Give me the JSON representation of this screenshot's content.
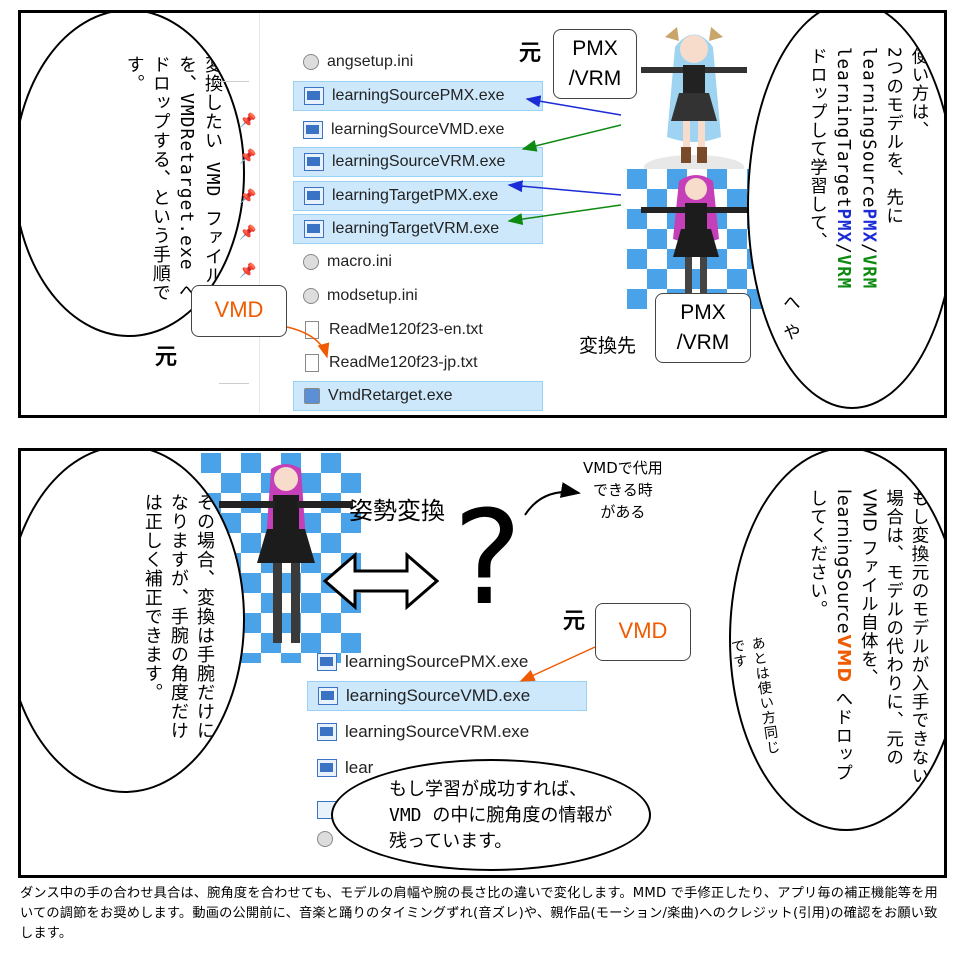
{
  "panel1": {
    "left_bubble": "変換したい VMD ファイルを、VMDRetarget.exe へドロップする、という手順です。",
    "right_bubble": {
      "line1": "使い方は、",
      "line2": "2つのモデルを、先に",
      "line3_a": "learningSource",
      "line3_pmx": "PMX",
      "line3_sep": "/",
      "line3_vrm": "VRM",
      "line4_a": "learningTarget",
      "line4_pmx": "PMX",
      "line4_sep": "/",
      "line4_vrm": "VRM",
      "line5": "へ や",
      "line6": "ドロップして学習して、"
    },
    "files": [
      {
        "name": "angsetup.ini",
        "type": "ini",
        "selected": false
      },
      {
        "name": "learningSourcePMX.exe",
        "type": "exe",
        "selected": true
      },
      {
        "name": "learningSourceVMD.exe",
        "type": "exe",
        "selected": false
      },
      {
        "name": "learningSourceVRM.exe",
        "type": "exe",
        "selected": true
      },
      {
        "name": "learningTargetPMX.exe",
        "type": "exe",
        "selected": true
      },
      {
        "name": "learningTargetVRM.exe",
        "type": "exe",
        "selected": true
      },
      {
        "name": "macro.ini",
        "type": "ini",
        "selected": false
      },
      {
        "name": "modsetup.ini",
        "type": "ini",
        "selected": false
      },
      {
        "name": "ReadMe120f23-en.txt",
        "type": "txt",
        "selected": false
      },
      {
        "name": "ReadMe120f23-jp.txt",
        "type": "txt",
        "selected": false
      },
      {
        "name": "VmdRetarget.exe",
        "type": "app",
        "selected": true
      }
    ],
    "label_moto_top": "元",
    "box_pmx_vrm_top_1": "PMX",
    "box_pmx_vrm_top_2": "/VRM",
    "label_henkansaki": "変換先",
    "box_pmx_vrm_bottom_1": "PMX",
    "box_pmx_vrm_bottom_2": "/VRM",
    "box_vmd": "VMD",
    "label_moto_left": "元"
  },
  "panel2": {
    "left_bubble": "その場合、変換は手腕だけになりますが、手腕の角度だけは正しく補正できます。",
    "pose_convert": "姿勢変換",
    "question": "?",
    "aside": [
      "VMDで代用",
      "できる時",
      "がある"
    ],
    "right_bubble": {
      "text_a": "もし変換元のモデルが入手できない場合は、モデルの代わりに、元の VMD ファイル自体を、learningSource",
      "text_vmd": "VMD",
      "text_b": " へドロップしてください。"
    },
    "note": "あとは使い方同じです",
    "label_moto": "元",
    "box_vmd": "VMD",
    "files": [
      {
        "name": "learningSourcePMX.exe",
        "selected": false
      },
      {
        "name": "learningSourceVMD.exe",
        "selected": true
      },
      {
        "name": "learningSourceVRM.exe",
        "selected": false
      },
      {
        "name": "lear",
        "selected": false
      }
    ],
    "bottom_bubble": [
      "もし学習が成功すれば、",
      "VMD の中に腕角度の情報が",
      "残っています。"
    ]
  },
  "caption": "ダンス中の手の合わせ具合は、腕角度を合わせても、モデルの肩幅や腕の長さ比の違いで変化します。MMD で手修正したり、アプリ毎の補正機能等を用いての調節をお奨めします。動画の公開前に、音楽と踊りのタイミングずれ(音ズレ)や、親作品(モーション/楽曲)へのクレジット(引用)の確認をお願い致します。",
  "colors": {
    "pmx": "#1b2bd6",
    "vrm": "#0e8a11",
    "vmd": "#f05a00",
    "selection": "#cde8fb"
  }
}
